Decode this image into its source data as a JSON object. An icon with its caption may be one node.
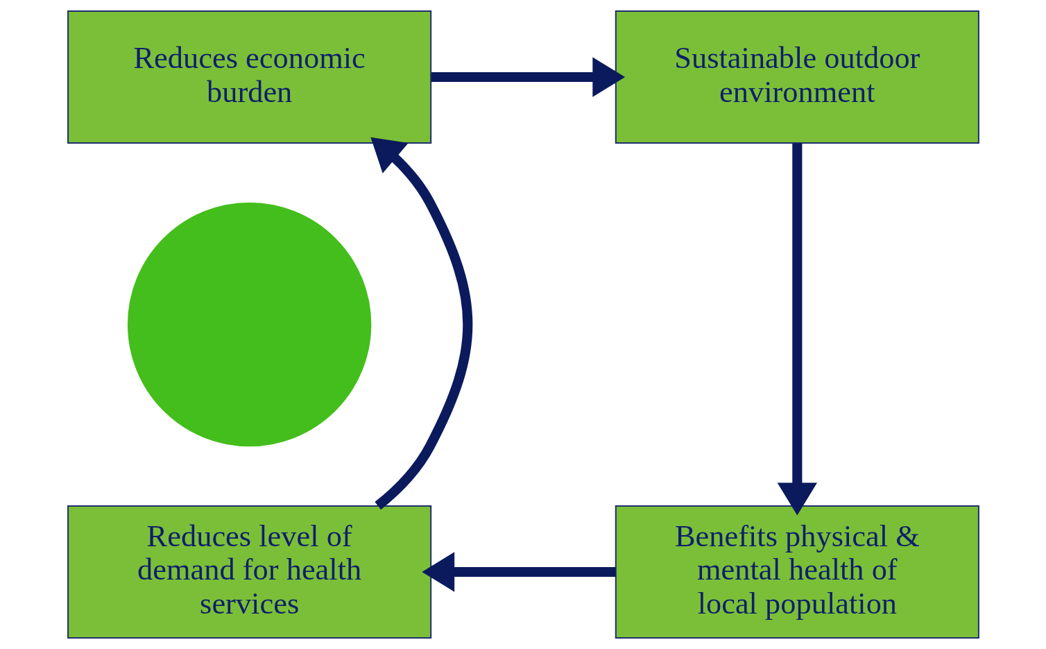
{
  "diagram": {
    "nodes": [
      {
        "text": [
          "Reduces economic burden"
        ]
      },
      {
        "text": [
          "Sustainable outdoor environment"
        ]
      },
      {
        "text": [
          "Benefits physical & mental health of local population"
        ]
      },
      {
        "text": [
          "Reduces level of demand for health services"
        ]
      },
      {
        "text": [],
        "shape": "circle"
      }
    ],
    "edges": [
      {
        "from": 0,
        "to": 1,
        "arrow": "to"
      },
      {
        "from": 1,
        "to": 2,
        "arrow": "to"
      },
      {
        "from": 2,
        "to": 3,
        "arrow": "to"
      },
      {
        "from": 3,
        "to": 0,
        "arrow": "to"
      }
    ]
  }
}
